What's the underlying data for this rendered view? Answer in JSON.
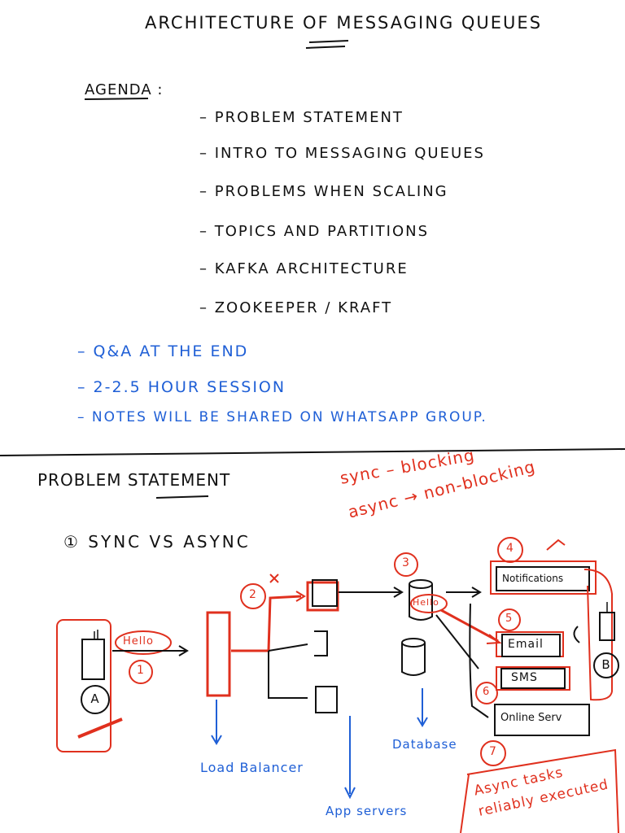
{
  "title": "ARCHITECTURE OF MESSAGING QUEUES",
  "agenda": {
    "label": "AGENDA :",
    "items": [
      "– PROBLEM STATEMENT",
      "– INTRO TO MESSAGING QUEUES",
      "– PROBLEMS WHEN SCALING",
      "– TOPICS AND PARTITIONS",
      "– KAFKA ARCHITECTURE",
      "– ZOOKEEPER / KRAFT"
    ]
  },
  "notes": [
    "– Q&A AT THE END",
    "– 2-2.5 HOUR SESSION",
    "– NOTES WILL BE SHARED ON WHATSAPP GROUP."
  ],
  "problem_statement": {
    "title": "PROBLEM STATEMENT",
    "sync_note": "sync – blocking",
    "async_note": "async → non-blocking",
    "item": "① SYNC VS ASYNC"
  },
  "diagram": {
    "client_a": "A",
    "client_b": "B",
    "hello_1": "Hello",
    "hello_2": "Hello",
    "step_1": "1",
    "step_2": "2",
    "step_3": "3",
    "step_4": "4",
    "step_5": "5",
    "step_6": "6",
    "step_7": "7",
    "notifications": "Notifications",
    "email": "Email",
    "sms": "SMS",
    "online_service": "Online Serv",
    "load_balancer": "Load Balancer",
    "app_servers": "App servers",
    "database": "Database",
    "async_tasks": "Async tasks reliably executed"
  },
  "colors": {
    "ink": "#111111",
    "blue": "#1f5fd6",
    "red": "#e0301e"
  }
}
